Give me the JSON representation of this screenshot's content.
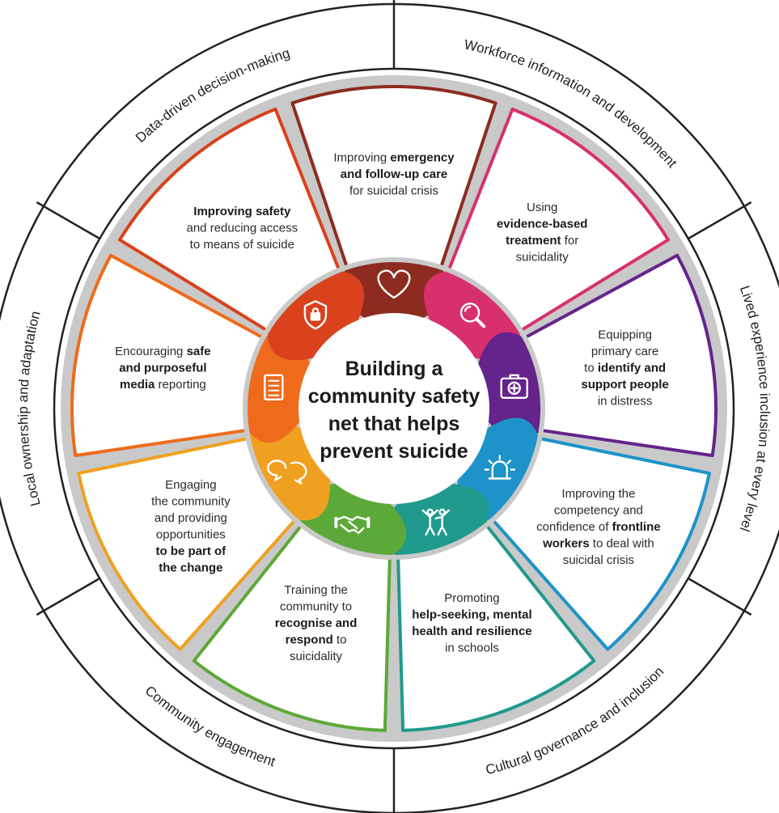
{
  "center_title": [
    "Building a",
    "community safety",
    "net that helps",
    "prevent suicide"
  ],
  "outer_ring": [
    {
      "label": "Workforce information and development"
    },
    {
      "label": "Lived experience inclusion at every level"
    },
    {
      "label": "Cultural governance and inclusion"
    },
    {
      "label": "Community engagement"
    },
    {
      "label": "Local ownership and adaptation"
    },
    {
      "label": "Data-driven decision-making"
    }
  ],
  "segments": [
    {
      "id": "emergency-care",
      "color": "#8e2b20",
      "icon": "heart-icon",
      "lines": [
        [
          {
            "t": "Improving ",
            "b": false
          },
          {
            "t": "emergency",
            "b": true
          }
        ],
        [
          {
            "t": "and follow-up care",
            "b": true
          }
        ],
        [
          {
            "t": "for suicidal crisis",
            "b": false
          }
        ]
      ]
    },
    {
      "id": "evidence-based-treatment",
      "color": "#d8306f",
      "icon": "magnifier-icon",
      "lines": [
        [
          {
            "t": "Using",
            "b": false
          }
        ],
        [
          {
            "t": "evidence-based",
            "b": true
          }
        ],
        [
          {
            "t": "treatment",
            "b": true
          },
          {
            "t": " for",
            "b": false
          }
        ],
        [
          {
            "t": "suicidality",
            "b": false
          }
        ]
      ]
    },
    {
      "id": "primary-care",
      "color": "#64248b",
      "icon": "medical-kit-icon",
      "lines": [
        [
          {
            "t": "Equipping",
            "b": false
          }
        ],
        [
          {
            "t": "primary care",
            "b": false
          }
        ],
        [
          {
            "t": "to ",
            "b": false
          },
          {
            "t": "identify and",
            "b": true
          }
        ],
        [
          {
            "t": "support people",
            "b": true
          }
        ],
        [
          {
            "t": "in distress",
            "b": false
          }
        ]
      ]
    },
    {
      "id": "frontline-workers",
      "color": "#1d93c9",
      "icon": "siren-icon",
      "lines": [
        [
          {
            "t": "Improving the",
            "b": false
          }
        ],
        [
          {
            "t": "competency and",
            "b": false
          }
        ],
        [
          {
            "t": "confidence of ",
            "b": false
          },
          {
            "t": "frontline",
            "b": true
          }
        ],
        [
          {
            "t": "workers",
            "b": true
          },
          {
            "t": " to deal with",
            "b": false
          }
        ],
        [
          {
            "t": "suicidal crisis",
            "b": false
          }
        ]
      ]
    },
    {
      "id": "schools",
      "color": "#1f9a8c",
      "icon": "children-icon",
      "lines": [
        [
          {
            "t": "Promoting",
            "b": false
          }
        ],
        [
          {
            "t": "help-seeking, mental",
            "b": true
          }
        ],
        [
          {
            "t": "health and resilience",
            "b": true
          }
        ],
        [
          {
            "t": "in schools",
            "b": false
          }
        ]
      ]
    },
    {
      "id": "training-community",
      "color": "#5ca838",
      "icon": "handshake-icon",
      "lines": [
        [
          {
            "t": "Training the",
            "b": false
          }
        ],
        [
          {
            "t": "community to",
            "b": false
          }
        ],
        [
          {
            "t": "recognise and",
            "b": true
          }
        ],
        [
          {
            "t": "respond",
            "b": true
          },
          {
            "t": " to",
            "b": false
          }
        ],
        [
          {
            "t": "suicidality",
            "b": false
          }
        ]
      ]
    },
    {
      "id": "engaging-community",
      "color": "#f0a021",
      "icon": "speech-bubbles-icon",
      "lines": [
        [
          {
            "t": "Engaging",
            "b": false
          }
        ],
        [
          {
            "t": "the community",
            "b": false
          }
        ],
        [
          {
            "t": "and providing",
            "b": false
          }
        ],
        [
          {
            "t": "opportunities",
            "b": false
          }
        ],
        [
          {
            "t": "to be part of",
            "b": true
          }
        ],
        [
          {
            "t": "the change",
            "b": true
          }
        ]
      ]
    },
    {
      "id": "media-reporting",
      "color": "#ee6b1c",
      "icon": "checklist-icon",
      "lines": [
        [
          {
            "t": "Encouraging ",
            "b": false
          },
          {
            "t": "safe",
            "b": true
          }
        ],
        [
          {
            "t": "and purposeful",
            "b": true
          }
        ],
        [
          {
            "t": "media",
            "b": true
          },
          {
            "t": " reporting",
            "b": false
          }
        ]
      ]
    },
    {
      "id": "means-restriction",
      "color": "#d9421c",
      "icon": "shield-lock-icon",
      "lines": [
        [
          {
            "t": "Improving safety",
            "b": true
          }
        ],
        [
          {
            "t": "and reducing access",
            "b": false
          }
        ],
        [
          {
            "t": "to means of suicide",
            "b": false
          }
        ]
      ]
    }
  ]
}
